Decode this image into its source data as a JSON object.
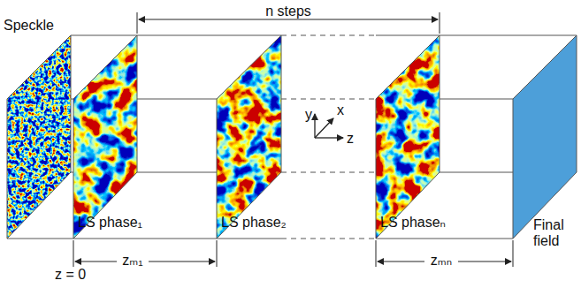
{
  "diagram": {
    "labels": [
      "Speckle",
      "LS phase₁",
      "LS phase₂",
      "LS phaseₙ",
      "Final field",
      "n steps",
      "z = 0",
      "zₘ₁",
      "zₘₙ",
      "y",
      "x",
      "z"
    ]
  }
}
